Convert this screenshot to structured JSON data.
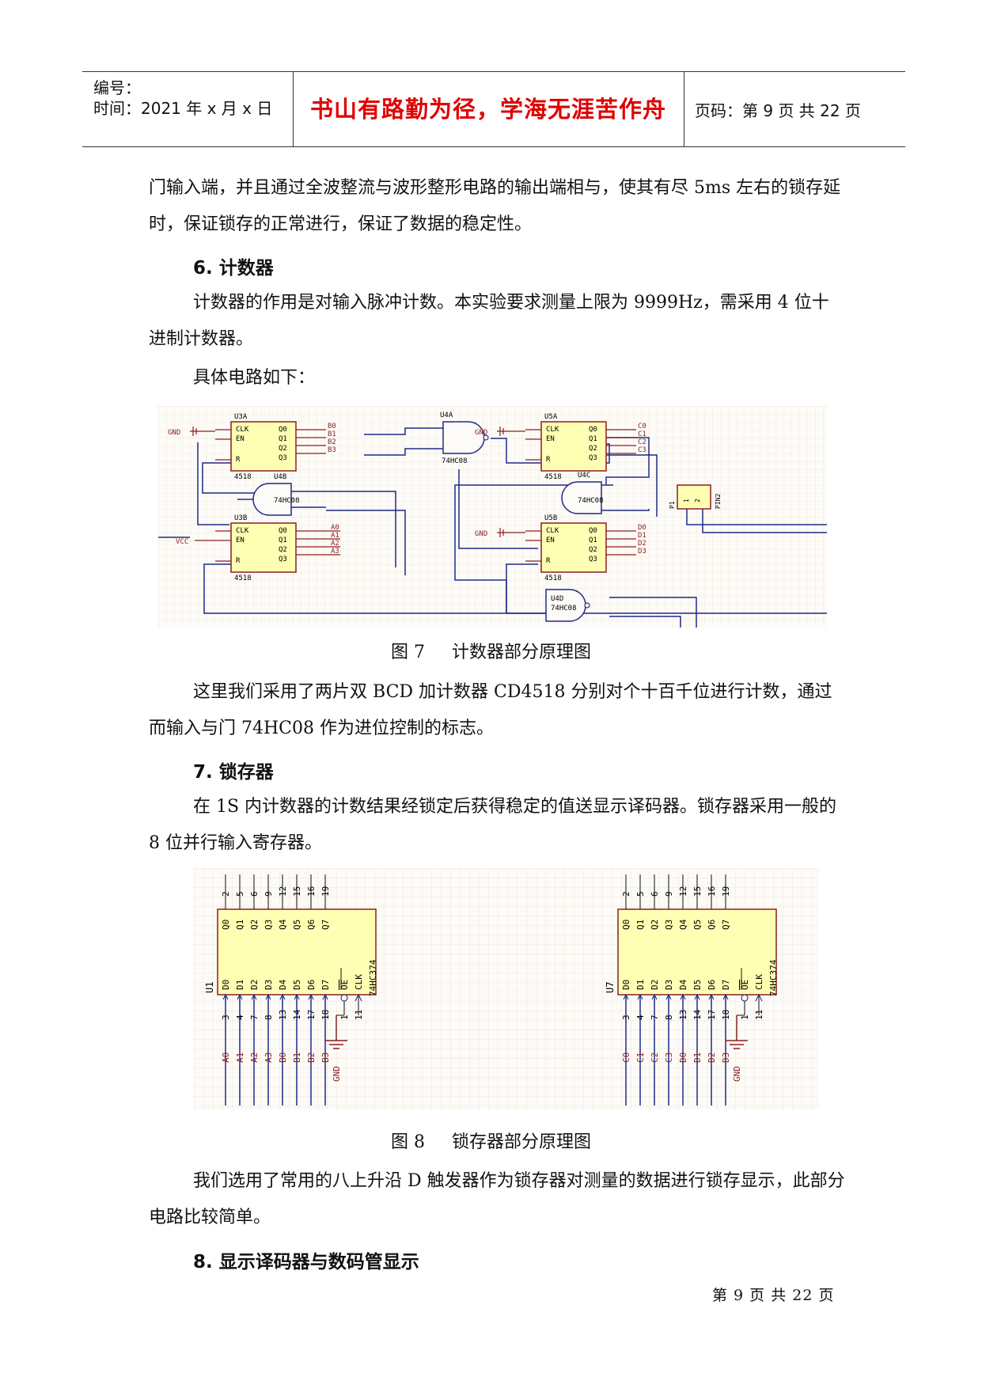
{
  "header": {
    "serial_label": "编号：",
    "date": "时间：2021 年 x 月 x 日",
    "motto": "书山有路勤为径，学海无涯苦作舟",
    "page_info": "页码：第 9 页  共 22 页"
  },
  "body": {
    "p1": "门输入端，并且通过全波整流与波形整形电路的输出端相与，使其有尽 5ms 左右的锁存延时，保证锁存的正常进行，保证了数据的稳定性。",
    "h6": "6. 计数器",
    "p2": "计数器的作用是对输入脉冲计数。本实验要求测量上限为 9999Hz，需采用 4 位十进制计数器。",
    "p3": "具体电路如下：",
    "fig7_num": "图 7",
    "fig7_title": "计数器部分原理图",
    "p4": "这里我们采用了两片双 BCD 加计数器 CD4518 分别对个十百千位进行计数，通过而输入与门 74HC08 作为进位控制的标志。",
    "h7": "7. 锁存器",
    "p5": "在 1S 内计数器的计数结果经锁定后获得稳定的值送显示译码器。锁存器采用一般的 8 位并行输入寄存器。",
    "fig8_num": "图 8",
    "fig8_title": "锁存器部分原理图",
    "p6": "我们选用了常用的八上升沿 D 触发器作为锁存器对测量的数据进行锁存显示，此部分电路比较简单。",
    "h8": "8. 显示译码器与数码管显示"
  },
  "counter_schematic": {
    "chips": [
      {
        "ref": "U3A",
        "part": "4518",
        "outputs": [
          "B0",
          "B1",
          "B2",
          "B3"
        ]
      },
      {
        "ref": "U3B",
        "part": "4518",
        "outputs": [
          "A0",
          "A1",
          "A2",
          "A3"
        ]
      },
      {
        "ref": "U5A",
        "part": "4518",
        "outputs": [
          "C0",
          "C1",
          "C2",
          "C3"
        ]
      },
      {
        "ref": "U5B",
        "part": "4518",
        "outputs": [
          "D0",
          "D1",
          "D2",
          "D3"
        ]
      }
    ],
    "gates": [
      {
        "ref": "U4A",
        "part": "74HC08"
      },
      {
        "ref": "U4B",
        "part": "74HC08"
      },
      {
        "ref": "U4C",
        "part": "74HC08"
      },
      {
        "ref": "U4D",
        "part": "74HC08"
      }
    ],
    "pin_labels": [
      "CLK",
      "EN",
      "R",
      "Q0",
      "Q1",
      "Q2",
      "Q3"
    ],
    "net_labels": {
      "gnd": "GND",
      "vcc": "VCC"
    },
    "connector": {
      "ref": "P1",
      "part": "PIN2",
      "pins": [
        "1",
        "2"
      ]
    }
  },
  "latch_schematic": {
    "chips": [
      {
        "ref": "U1",
        "part": "74HC374",
        "inputs": [
          "A0",
          "A1",
          "A2",
          "A3",
          "B0",
          "B1",
          "B2",
          "B3"
        ]
      },
      {
        "ref": "U7",
        "part": "74HC374",
        "inputs": [
          "C0",
          "C1",
          "C2",
          "C3",
          "D0",
          "D1",
          "D2",
          "D3"
        ]
      }
    ],
    "q_pins": [
      "Q0",
      "Q1",
      "Q2",
      "Q3",
      "Q4",
      "Q5",
      "Q6",
      "Q7"
    ],
    "d_pins": [
      "D0",
      "D1",
      "D2",
      "D3",
      "D4",
      "D5",
      "D6",
      "D7"
    ],
    "oe_label": "OE",
    "clk_label": "CLK",
    "q_pin_nums": [
      "2",
      "5",
      "6",
      "9",
      "12",
      "15",
      "16",
      "19"
    ],
    "d_pin_nums": [
      "3",
      "4",
      "7",
      "8",
      "13",
      "14",
      "17",
      "18"
    ],
    "oe_pin": "1",
    "clk_pin": "11",
    "gnd_label": "GND"
  },
  "footer": {
    "text": "第 9 页 共 22 页"
  }
}
